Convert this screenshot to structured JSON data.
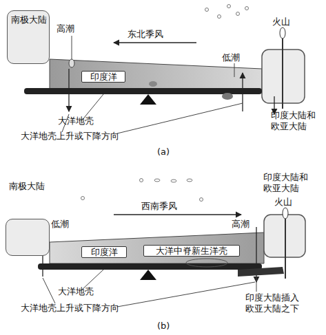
{
  "diagram": {
    "nodes": [
      {
        "text": [
          "南极大陆"
        ]
      },
      {
        "text": [
          "印度洋"
        ]
      },
      {
        "text": [
          "南极大陆"
        ]
      },
      {
        "text": [
          "印度洋"
        ]
      },
      {
        "text": [
          "大洋中脊新生洋壳"
        ]
      }
    ],
    "labels": [
      "东北季风",
      "高潮",
      "低潮",
      "火山",
      "大洋地壳",
      "大洋地壳上升或下降方向",
      "印度大陆和欧亚大陆",
      "(a)",
      "印度大陆和欧亚大陆",
      "火山",
      "西南季风",
      "低潮",
      "高潮",
      "大洋地壳",
      "大洋地壳上升或下降方向",
      "印度大陆插入欧亚大陆之下",
      "(b)"
    ]
  }
}
